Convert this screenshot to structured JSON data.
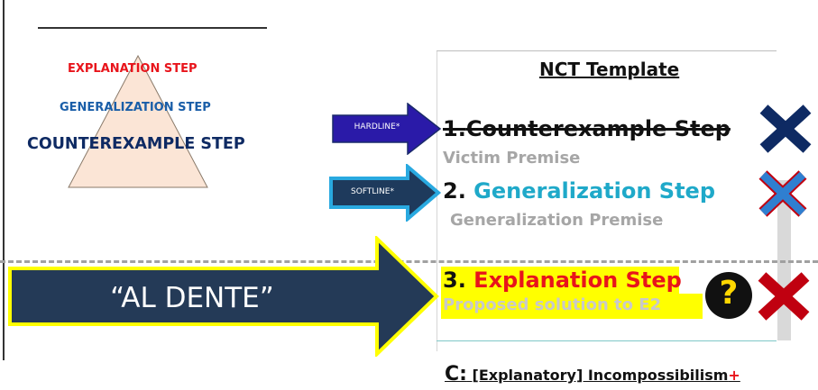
{
  "pyramid": {
    "top_label": "EXPLANATION STEP",
    "middle_label": "GENERALIZATION STEP",
    "bottom_label": "COUNTEREXAMPLE STEP"
  },
  "template": {
    "title": "NCT Template",
    "step1_number": "1.",
    "step1_label": "Counterexample Step",
    "step1_premise": "Victim Premise",
    "step2_number": "2. ",
    "step2_label": "Generalization Step",
    "step2_premise": "Generalization Premise",
    "step3_number": "3. ",
    "step3_label": "Explanation Step",
    "step3_premise": "Proposed solution to E2",
    "conclusion_prefix": "C:",
    "conclusion_text": " [Explanatory] Incompossibilism",
    "conclusion_plus": "+"
  },
  "arrows": {
    "hardline": "HARDLINE*",
    "softline": "SOFTLINE*",
    "big": "“AL DENTE”"
  },
  "question_mark": "?",
  "colors": {
    "step_red": "#e8141b",
    "step_blue": "#1fa9c9",
    "pyramid_blue": "#1a5ea8",
    "dark_navy": "#0e2a63",
    "highlight_yellow": "#ffff00",
    "x_red": "#c00010",
    "arrow_dark": "#243a57"
  },
  "icons": [
    "x-mark-icon",
    "question-circle-icon",
    "arrow-right-icon"
  ]
}
